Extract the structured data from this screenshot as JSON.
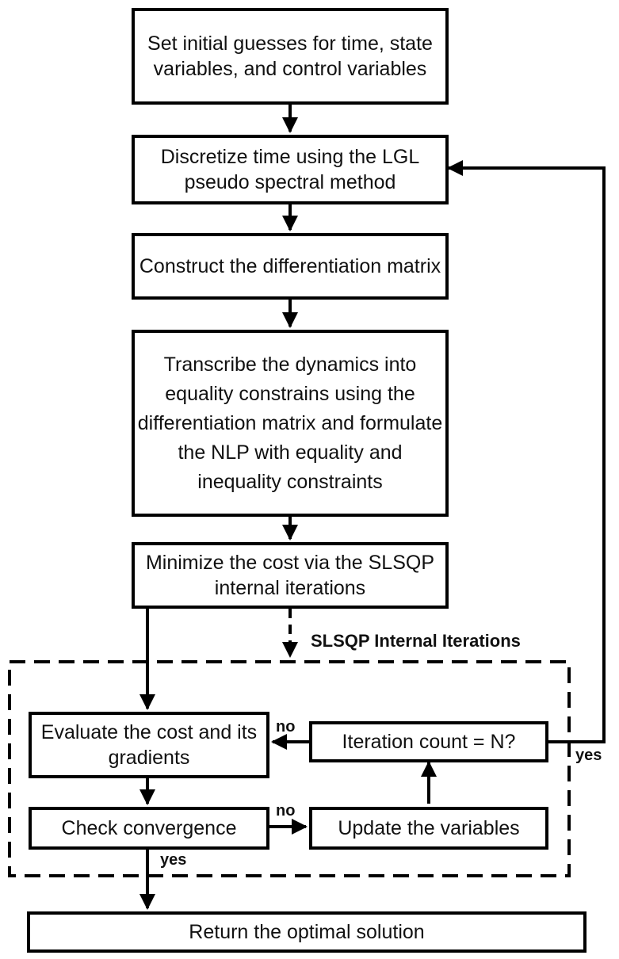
{
  "steps": {
    "initial_guesses": "Set initial guesses for time, state variables, and control variables",
    "discretize": "Discretize time using the LGL pseudo spectral method",
    "construct_matrix": "Construct the differentiation matrix",
    "transcribe": "Transcribe the dynamics into equality constrains using the differentiation matrix and formulate the NLP with equality and inequality constraints",
    "minimize": "Minimize the cost via the SLSQP internal iterations",
    "evaluate": "Evaluate the cost and its gradients",
    "iteration_count": "Iteration count = N?",
    "check_convergence": "Check convergence",
    "update_variables": "Update the variables",
    "return_solution": "Return the optimal solution"
  },
  "group_title": "SLSQP Internal Iterations",
  "labels": {
    "no_iteration": "no",
    "yes_iteration": "yes",
    "no_convergence": "no",
    "yes_convergence": "yes"
  }
}
